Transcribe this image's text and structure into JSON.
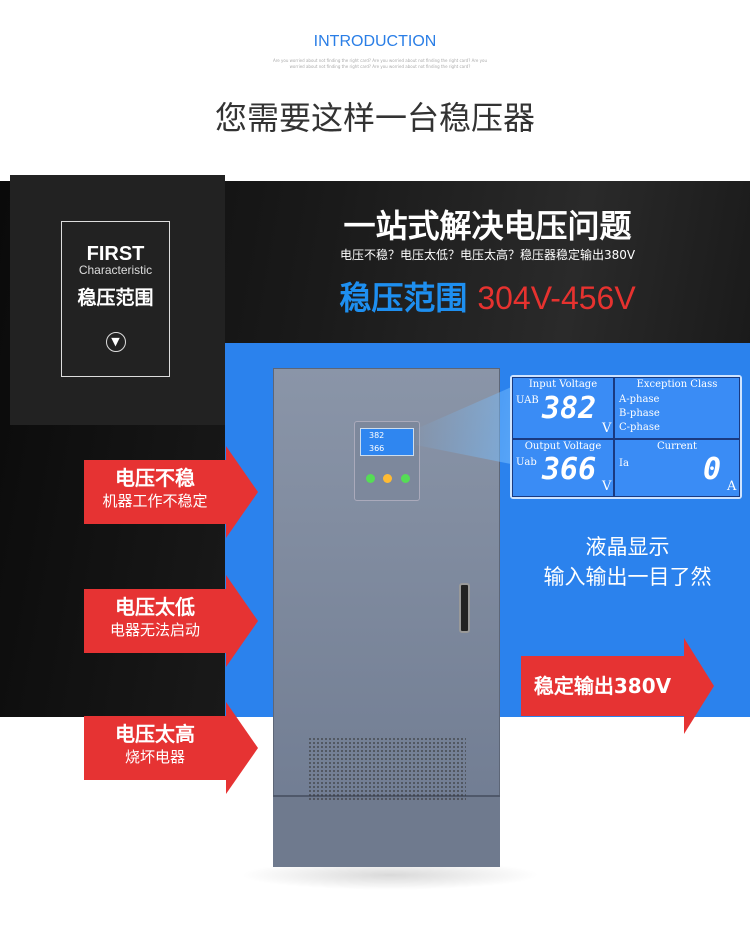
{
  "header": {
    "intro": "INTRODUCTION",
    "intro_sub": "Are you worried about not finding the right card? Are you worried about not finding the right card? Are you worried about not finding the right card? Are you worried about not finding the right card?",
    "headline": "您需要这样一台稳压器"
  },
  "feature": {
    "first": "FIRST",
    "characteristic": "Characteristic",
    "name": "稳压范围",
    "down_icon": "chevron-down-circle"
  },
  "banner": {
    "title": "一站式解决电压问题",
    "subtitle": "电压不稳？电压太低？电压太高？稳压器稳定输出380V",
    "range_label": "稳压范围",
    "range_value": "304V-456V"
  },
  "problems": [
    {
      "title": "电压不稳",
      "desc": "机器工作不稳定"
    },
    {
      "title": "电压太低",
      "desc": "电器无法启动"
    },
    {
      "title": "电压太高",
      "desc": "烧坏电器"
    }
  ],
  "lcd": {
    "input_label": "Input Voltage",
    "input_sym": "UAB",
    "input_value": "382",
    "input_unit": "V",
    "exception_label": "Exception Class",
    "phases": [
      "A-phase",
      "B-phase",
      "C-phase"
    ],
    "output_label": "Output Voltage",
    "output_sym": "Uab",
    "output_value": "366",
    "output_unit": "V",
    "current_label": "Current",
    "current_sym": "Ia",
    "current_value": "0",
    "current_unit": "A"
  },
  "lcd_caption": {
    "line1": "液晶显示",
    "line2": "输入输出一目了然"
  },
  "output_arrow": "稳定输出380V",
  "colors": {
    "blue": "#2b82ed",
    "red": "#e63333",
    "accent_blue": "#1e8ff0"
  }
}
